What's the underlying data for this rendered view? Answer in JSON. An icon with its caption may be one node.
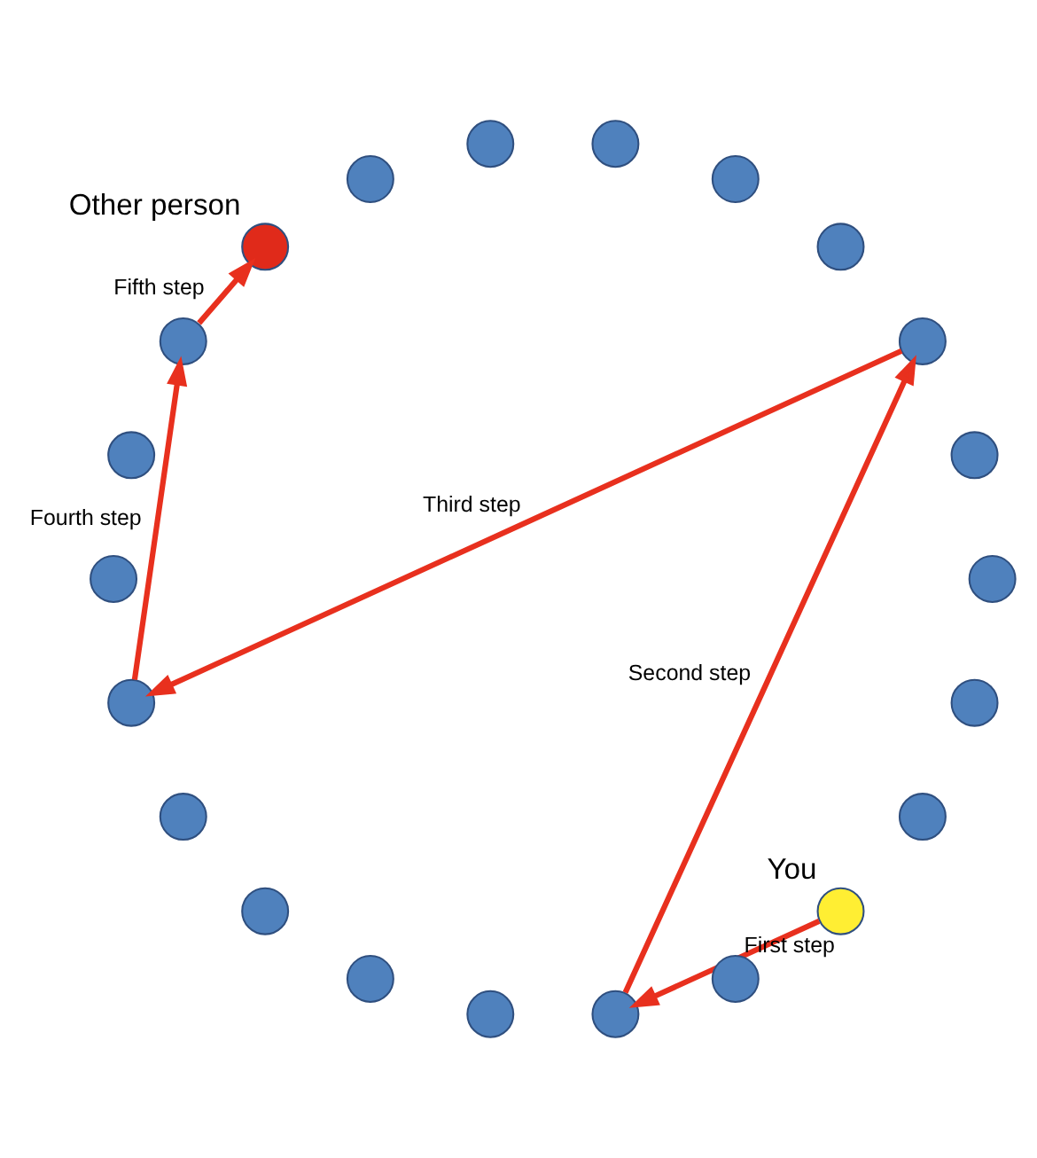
{
  "diagram": {
    "nodes": [
      {
        "text": [],
        "shape": "circle",
        "beside": [
          "You"
        ]
      },
      {
        "text": [],
        "shape": "circle"
      },
      {
        "text": [],
        "shape": "circle"
      },
      {
        "text": [],
        "shape": "circle"
      },
      {
        "text": [],
        "shape": "circle"
      },
      {
        "text": [],
        "shape": "circle"
      },
      {
        "text": [],
        "shape": "circle"
      },
      {
        "text": [],
        "shape": "circle"
      },
      {
        "text": [],
        "shape": "circle"
      },
      {
        "text": [],
        "shape": "circle"
      },
      {
        "text": [],
        "shape": "circle"
      },
      {
        "text": [],
        "shape": "circle",
        "beside": [
          "Other person"
        ]
      },
      {
        "text": [],
        "shape": "circle"
      },
      {
        "text": [],
        "shape": "circle"
      },
      {
        "text": [],
        "shape": "circle"
      },
      {
        "text": [],
        "shape": "circle"
      },
      {
        "text": [],
        "shape": "circle"
      },
      {
        "text": [],
        "shape": "circle"
      },
      {
        "text": [],
        "shape": "circle"
      },
      {
        "text": [],
        "shape": "circle"
      },
      {
        "text": [],
        "shape": "circle"
      },
      {
        "text": [],
        "shape": "circle"
      }
    ],
    "edges": [
      {
        "from": 0,
        "to": 3,
        "arrow": "to",
        "label": "First step"
      },
      {
        "from": 3,
        "to": 17,
        "arrow": "to",
        "label": "Second step"
      },
      {
        "from": 17,
        "to": 8,
        "arrow": "to",
        "label": "Third step"
      },
      {
        "from": 8,
        "to": 20,
        "arrow": "to",
        "label": "Fourth step"
      },
      {
        "from": 20,
        "to": 11,
        "arrow": "to",
        "label": "Fifth step"
      }
    ]
  }
}
